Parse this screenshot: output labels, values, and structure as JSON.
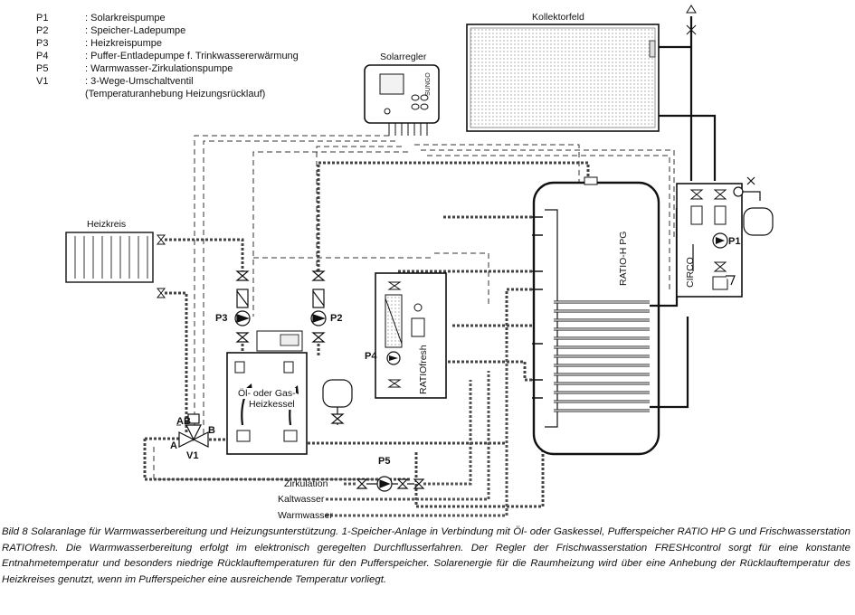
{
  "legend": [
    {
      "code": "P1",
      "description": ": Solarkreispumpe"
    },
    {
      "code": "P2",
      "description": ": Speicher-Ladepumpe"
    },
    {
      "code": "P3",
      "description": ": Heizkreispumpe"
    },
    {
      "code": "P4",
      "description": ": Puffer-Entladepumpe f. Trinkwassererwärmung"
    },
    {
      "code": "P5",
      "description": ": Warmwasser-Zirkulationspumpe"
    },
    {
      "code": "V1",
      "description": ": 3-Wege-Umschaltventil"
    },
    {
      "code": "",
      "description": "(Temperaturanhebung Heizungsrücklauf)"
    }
  ],
  "labels": {
    "kollektorfeld": "Kollektorfeld",
    "solarregler": "Solarregler",
    "sungo": "SUNGO",
    "heizkreis": "Heizkreis",
    "boiler_line1": "Öl- oder Gas-",
    "boiler_line2": "Heizkessel",
    "ratio_fresh": "RATIOfresh",
    "ratio_hpg": "RATIO-H PG",
    "circo": "CIRCO",
    "zirkulation": "Zirkulation",
    "kaltwasser": "Kaltwasser",
    "warmwasser": "Warmwasser",
    "p1": "P1",
    "p2": "P2",
    "p3": "P3",
    "p4": "P4",
    "p5": "P5",
    "v1": "V1",
    "port_a": "A",
    "port_b": "B",
    "port_ab": "AB"
  },
  "caption": "Bild 8  Solaranlage für Warmwasserbereitung und Heizungsunterstützung. 1-Speicher-Anlage in Verbindung mit Öl- oder Gaskessel, Pufferspeicher RATIO HP G und Frischwasserstation RATIOfresh. Die Warmwasserbereitung erfolgt im elektronisch geregelten Durchflusserfahren. Der Regler der Frischwasserstation FRESHcontrol sorgt für eine konstante Entnahmetemperatur und besonders niedrige Rücklauftemperaturen für den Pufferspeicher. Solarenergie für die Raumheizung wird über eine Anhebung der Rücklauftemperatur des Heizkreises genutzt, wenn im Pufferspeicher eine ausreichende Temperatur vorliegt."
}
